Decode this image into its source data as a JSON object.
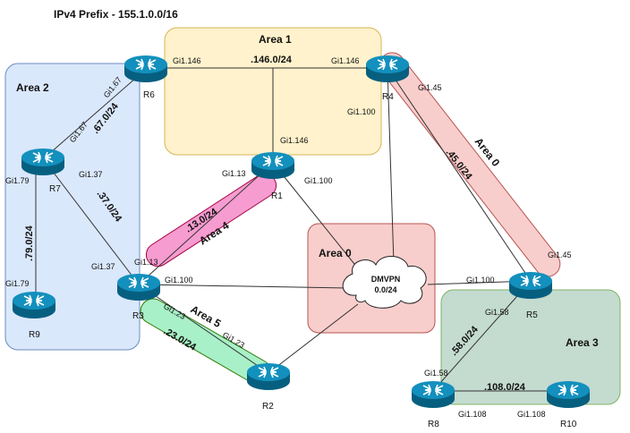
{
  "title": "IPv4 Prefix - 155.1.0.0/16",
  "areas": {
    "area1": "Area 1",
    "area2": "Area 2",
    "area0_cloud": "Area 0",
    "area0_link": "Area 0",
    "area3": "Area 3",
    "area4": "Area 4",
    "area5": "Area 5"
  },
  "routers": {
    "r1": "R1",
    "r2": "R2",
    "r3": "R3",
    "r4": "R4",
    "r5": "R5",
    "r6": "R6",
    "r7": "R7",
    "r8": "R8",
    "r9": "R9",
    "r10": "R10"
  },
  "cloud": {
    "line1": "DMVPN",
    "line2": "0.0/24"
  },
  "subnets": {
    "s146": ".146.0/24",
    "s67": ".67.0/24",
    "s37": ".37.0/24",
    "s79": ".79.0/24",
    "s13": ".13.0/24",
    "s23": ".23.0/24",
    "s45": ".45.0/24",
    "s58": ".58.0/24",
    "s108": ".108.0/24"
  },
  "interfaces": {
    "r6_gi146": "Gi1.146",
    "r4_gi146": "Gi1.146",
    "r4_gi45": "Gi1.45",
    "r4_gi100": "Gi1.100",
    "r1_gi146": "Gi1.146",
    "r1_gi13": "Gi1.13",
    "r1_gi100": "Gi1.100",
    "r6_gi67": "Gi1.67",
    "r7_gi67": "Gi1.67",
    "r7_gi79": "Gi1.79",
    "r7_gi37": "Gi1.37",
    "r9_gi79": "Gi1.79",
    "r3_gi37": "Gi1.37",
    "r3_gi13": "Gi1.13",
    "r3_gi100": "Gi1.100",
    "r3_gi23": "Gi1.23",
    "r2_gi23": "Gi1.23",
    "r5_gi45": "Gi1.45",
    "r5_gi100": "Gi1.100",
    "r5_gi58": "Gi1.58",
    "r8_gi58": "Gi1.58",
    "r8_gi108": "Gi1.108",
    "r10_gi108": "Gi1.108"
  },
  "colors": {
    "area1_fill": "#fff2cc",
    "area1_stroke": "#d6b656",
    "area2_fill": "#dae8fc",
    "area2_stroke": "#6c8ebf",
    "area0_fill": "#f8cecc",
    "area0_stroke": "#b85450",
    "area3_fill": "#c4dbd0",
    "area3_stroke": "#82b366",
    "area4_fill": "#f69cd0",
    "area4_stroke": "#a50040",
    "area5_fill": "#a8f0c8",
    "area5_stroke": "#2d7600",
    "router": "#0e7fa6"
  }
}
